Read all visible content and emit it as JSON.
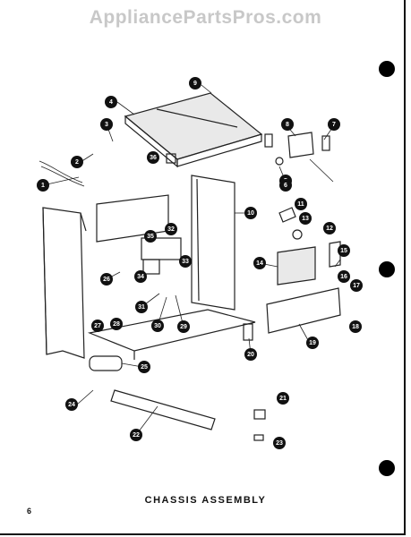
{
  "watermark": "AppliancePartsPros.com",
  "caption": "CHASSIS ASSEMBLY",
  "page_number": "6",
  "callouts": [
    "1",
    "2",
    "3",
    "4",
    "5",
    "6",
    "7",
    "8",
    "9",
    "10",
    "11",
    "12",
    "13",
    "14",
    "15",
    "16",
    "17",
    "18",
    "19",
    "20",
    "21",
    "22",
    "23",
    "24",
    "25",
    "26",
    "27",
    "28",
    "29",
    "30",
    "31",
    "32",
    "33",
    "34",
    "35",
    "36"
  ]
}
